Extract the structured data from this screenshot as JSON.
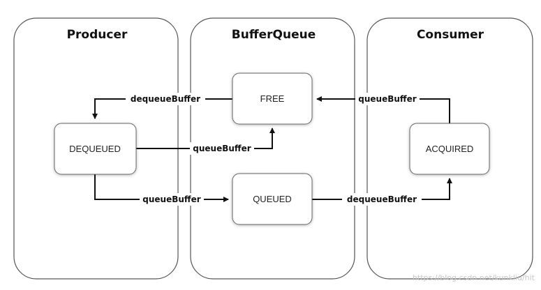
{
  "panels": {
    "producer": {
      "title": "Producer"
    },
    "bufferqueue": {
      "title": "BufferQueue"
    },
    "consumer": {
      "title": "Consumer"
    }
  },
  "states": {
    "free": "FREE",
    "dequeued": "DEQUEUED",
    "queued": "QUEUED",
    "acquired": "ACQUIRED"
  },
  "edges": {
    "free_to_dequeued": "dequeueBuffer",
    "acquired_to_free": "queueBuffer",
    "dequeued_to_free": "queueBuffer",
    "dequeued_to_queued": "queueBuffer",
    "queued_to_acquired": "dequeueBuffer"
  },
  "watermark": "https://blog.csdn.net/kunkliu/hit"
}
